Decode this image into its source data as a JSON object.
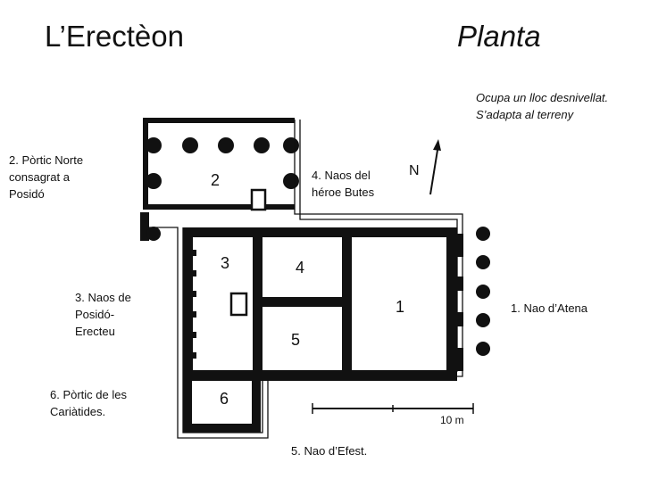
{
  "title": "L’Erectèon",
  "subtitle": "Planta",
  "note": {
    "line1": "Ocupa un lloc desnivellat.",
    "line2": "S’adapta al terreny"
  },
  "labels": {
    "portic_nord": [
      "2. Pòrtic Norte",
      "consagrat a",
      "Posidó"
    ],
    "naos_butes": [
      "4. Naos del",
      "héroe Butes"
    ],
    "naos_posido": [
      "3. Naos de",
      "Posidó-",
      "Erecteu"
    ],
    "nao_atena": "1. Nao d’Atena",
    "portic_cariatides": [
      "6. Pòrtic de les",
      "Cariàtides."
    ],
    "nao_efest": "5. Nao d’Efest."
  },
  "plan": {
    "room_numbers": [
      "1",
      "2",
      "3",
      "4",
      "5",
      "6"
    ],
    "north_label": "N",
    "scale_label": "10 m"
  },
  "colors": {
    "ink": "#111111",
    "paper": "#ffffff"
  }
}
